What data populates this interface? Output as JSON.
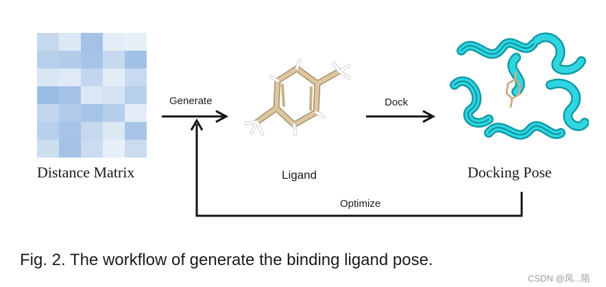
{
  "labels": {
    "distance_matrix": "Distance Matrix",
    "ligand": "Ligand",
    "docking_pose": "Docking Pose",
    "generate": "Generate",
    "dock": "Dock",
    "optimize": "Optimize"
  },
  "caption": "Fig. 2.  The workflow of generate the binding ligand pose.",
  "watermark": "CSDN @风...陌",
  "matrix": {
    "rows": 7,
    "cols": 5,
    "shades": [
      [
        "#c5d8ee",
        "#dde8f5",
        "#a3c2e6",
        "#e3ecf7",
        "#e7eff8"
      ],
      [
        "#b6cfeb",
        "#b2ccea",
        "#a7c4e7",
        "#c6d9ef",
        "#a2c1e6"
      ],
      [
        "#d9e6f4",
        "#e0eaf6",
        "#c1d6ee",
        "#e4edf7",
        "#c7daef"
      ],
      [
        "#9bbde3",
        "#a6c3e6",
        "#dce7f5",
        "#d4e2f3",
        "#b6cfeb"
      ],
      [
        "#c2d6ee",
        "#b1cbea",
        "#a6c4e6",
        "#b5ceeb",
        "#e2ebf6"
      ],
      [
        "#b8d0ec",
        "#a7c4e7",
        "#c5d8ee",
        "#dde8f5",
        "#a8c5e7"
      ],
      [
        "#cddef1",
        "#a3c2e6",
        "#cbdcf0",
        "#e7eff8",
        "#cbdcf0"
      ]
    ]
  },
  "colors": {
    "arrow": "#111111",
    "helix": "#1ec9d4",
    "helix_dark": "#0e9aa6",
    "carbon": "#d9c3a0",
    "hydrogen": "#f2f2f2"
  }
}
